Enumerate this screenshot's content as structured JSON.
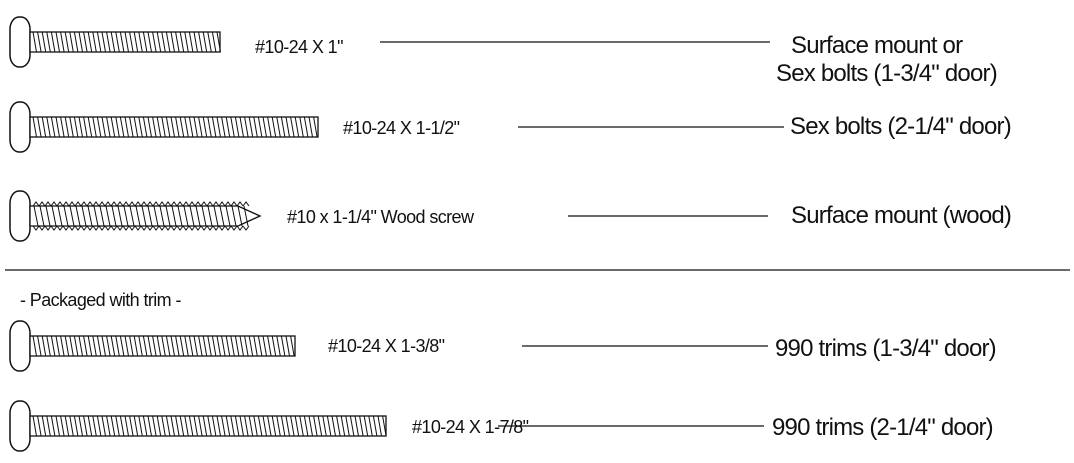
{
  "note": "- Packaged with trim -",
  "screws": [
    {
      "spec": "#10-24 X 1\"",
      "use_lines": [
        "Surface mount or",
        "Sex bolts (1-3/4\" door)"
      ],
      "type": "machine"
    },
    {
      "spec": "#10-24 X 1-1/2\"",
      "use_lines": [
        "Sex bolts (2-1/4\" door)"
      ],
      "type": "machine"
    },
    {
      "spec": "#10 x 1-1/4\" Wood screw",
      "use_lines": [
        "Surface mount (wood)"
      ],
      "type": "wood"
    },
    {
      "spec": "#10-24 X 1-3/8\"",
      "use_lines": [
        "990 trims (1-3/4\" door)"
      ],
      "type": "machine"
    },
    {
      "spec": "#10-24 X 1-7/8\"",
      "use_lines": [
        "990 trims (2-1/4\" door)"
      ],
      "type": "machine"
    }
  ]
}
